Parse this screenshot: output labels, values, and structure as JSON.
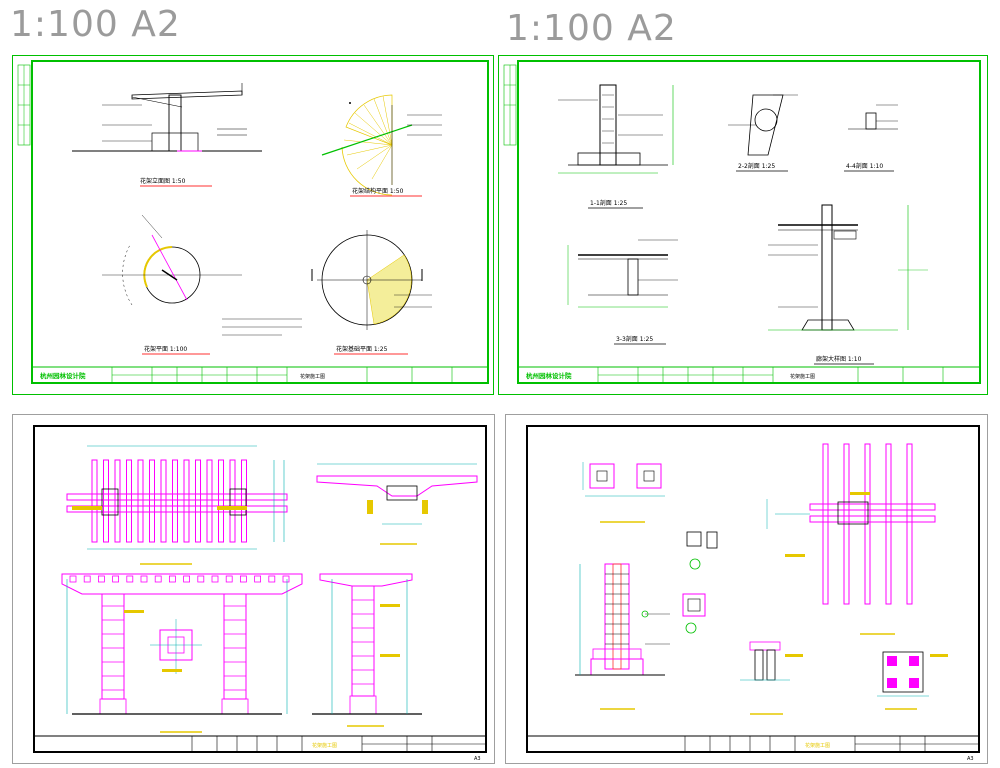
{
  "scale_labels": [
    "1:100 A2",
    "1:100 A2"
  ],
  "sheets": [
    {
      "org_name": "杭州园林设计院",
      "sheet_title": "花架施工图",
      "views": [
        {
          "title": "花架立面图 1:50"
        },
        {
          "title": "花架结构平面 1:50"
        },
        {
          "title": "花架平面 1:100"
        },
        {
          "title": "花架基础平面 1:25"
        }
      ]
    },
    {
      "org_name": "杭州园林设计院",
      "sheet_title": "花架施工图",
      "views": [
        {
          "title": "1-1剖面 1:25"
        },
        {
          "title": "2-2剖面 1:25"
        },
        {
          "title": "4-4剖面 1:10"
        },
        {
          "title": "3-3剖面 1:25"
        },
        {
          "title": "廊架大样图 1:10"
        }
      ]
    },
    {
      "sheet_title": "花架施工图",
      "sheet_no": "A3"
    },
    {
      "sheet_title": "花架施工图",
      "sheet_no": "A3"
    }
  ],
  "colors": {
    "green": "#00c000",
    "magenta": "#ff00ff",
    "cyan": "#00b0b0",
    "yellow": "#e6c800",
    "red": "#ff3030",
    "dark": "#000000"
  }
}
